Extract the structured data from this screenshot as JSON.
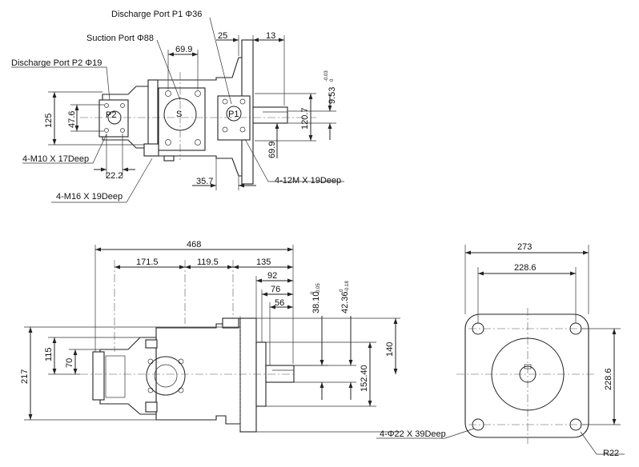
{
  "labels": {
    "discharge_p1": "Discharge Port P1 Φ36",
    "suction": "Suction Port Φ88",
    "discharge_p2": "Discharge Port P2 Φ19",
    "bolt_m10": "4-M10 X 17Deep",
    "bolt_m16": "4-M16 X 19Deep",
    "bolt_12m": "4-12M X 19Deep",
    "hole_22": "4-Φ22 X 39Deep",
    "radius": "R22",
    "port_s": "S",
    "port_p1": "P1",
    "port_p2": "P2"
  },
  "dims_top": {
    "d25": "25",
    "d13": "13",
    "d69_9_top": "69.9",
    "d9_53": "9.53",
    "d9_53_tol_upper": "-0.03",
    "d9_53_tol_lower": "0",
    "d125": "125",
    "d47_6": "47.6",
    "d120_7": "120.7",
    "d69_9_right": "69.9",
    "d22_2": "22.2",
    "d35_7": "35.7"
  },
  "dims_side": {
    "d468": "468",
    "d171_5": "171.5",
    "d119_5": "119.5",
    "d135": "135",
    "d92": "92",
    "d76": "76",
    "d56": "56",
    "d38_10": "38.10",
    "d38_10_tol_upper": "0",
    "d38_10_tol_lower": "-0.05",
    "d42_36": "42.36",
    "d42_36_tol_upper": "0",
    "d42_36_tol_lower": "-0.18",
    "d217": "217",
    "d115": "115",
    "d70": "70",
    "d140": "140",
    "d152_40": "152.40"
  },
  "dims_front": {
    "d273": "273",
    "d228_6_top": "228.6",
    "d228_6_right": "228.6"
  }
}
